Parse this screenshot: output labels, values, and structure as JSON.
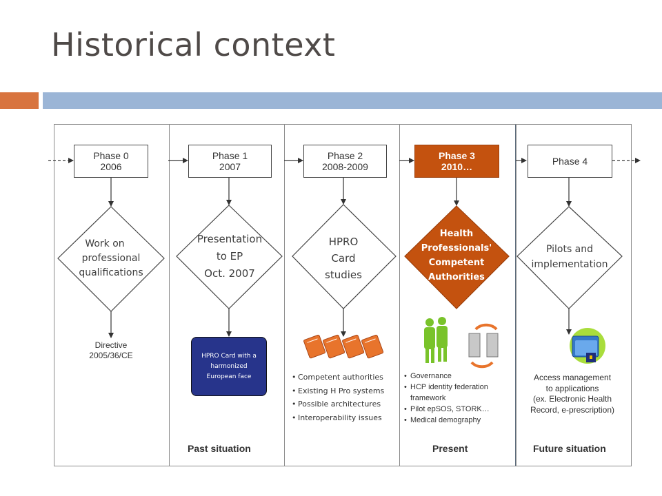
{
  "title": "Historical context",
  "colors": {
    "accent_orange": "#d8743f",
    "accent_blue": "#9bb5d6",
    "active_phase": "#c4520f",
    "hpro_card": "#27348b"
  },
  "phases": [
    {
      "line1": "Phase 0",
      "line2": "2006"
    },
    {
      "line1": "Phase 1",
      "line2": "2007"
    },
    {
      "line1": "Phase 2",
      "line2": "2008-2009"
    },
    {
      "line1": "Phase 3",
      "line2": "2010…"
    },
    {
      "line1": "Phase 4",
      "line2": ""
    }
  ],
  "diamonds": [
    {
      "line1": "Work on",
      "line2": "professional",
      "line3": "qualifications"
    },
    {
      "line1": "Presentation",
      "line2": "to EP",
      "line3": "Oct. 2007"
    },
    {
      "line1": "HPRO",
      "line2": "Card",
      "line3": "studies"
    },
    {
      "line1": "Health",
      "line2": "Professionals'",
      "line3": "Competent",
      "line4": "Authorities"
    },
    {
      "line1": "Pilots and",
      "line2": "implementation"
    }
  ],
  "outputs": {
    "phase0": {
      "line1": "Directive",
      "line2": "2005/36/CE"
    },
    "phase1": {
      "line1": "HPRO Card with a",
      "line2": "harmonized",
      "line3": "European face"
    },
    "phase2": [
      "Competent authorities",
      "Existing H Pro systems",
      "Possible architectures",
      "Interoperability issues"
    ],
    "phase3": [
      "Governance",
      "HCP identity federation framework",
      "Pilot epSOS, STORK…",
      "Medical demography"
    ],
    "phase4": {
      "line1": "Access management",
      "line2": "to applications",
      "line3": "(ex. Electronic Health",
      "line4": "Record, e-prescription)"
    }
  },
  "footers": {
    "past": "Past situation",
    "present": "Present",
    "future": "Future situation"
  },
  "icons": [
    "books-icon",
    "people-icon",
    "servers-sync-icon",
    "folder-icon"
  ]
}
